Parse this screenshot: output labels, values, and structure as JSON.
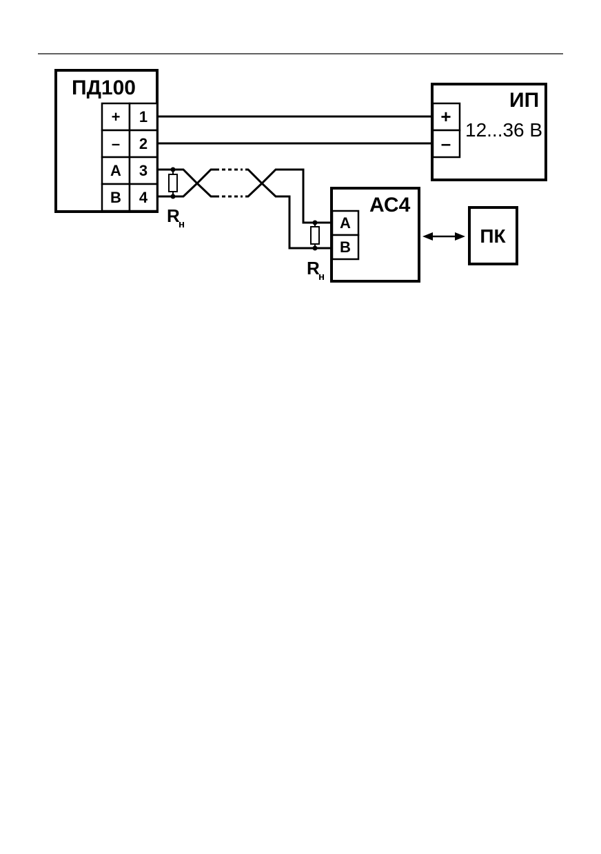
{
  "pd100": {
    "title": "ПД100",
    "terminals": [
      {
        "sign": "+",
        "number": "1"
      },
      {
        "sign": "–",
        "number": "2"
      },
      {
        "sign": "A",
        "number": "3"
      },
      {
        "sign": "B",
        "number": "4"
      }
    ]
  },
  "power_supply": {
    "title": "ИП",
    "voltage": "12...36 В",
    "terminals": [
      "+",
      "–"
    ]
  },
  "ac4": {
    "title": "АС4",
    "terminals": [
      "A",
      "B"
    ]
  },
  "pc": {
    "title": "ПК"
  },
  "resistor_label": {
    "main": "R",
    "sub": "н"
  }
}
